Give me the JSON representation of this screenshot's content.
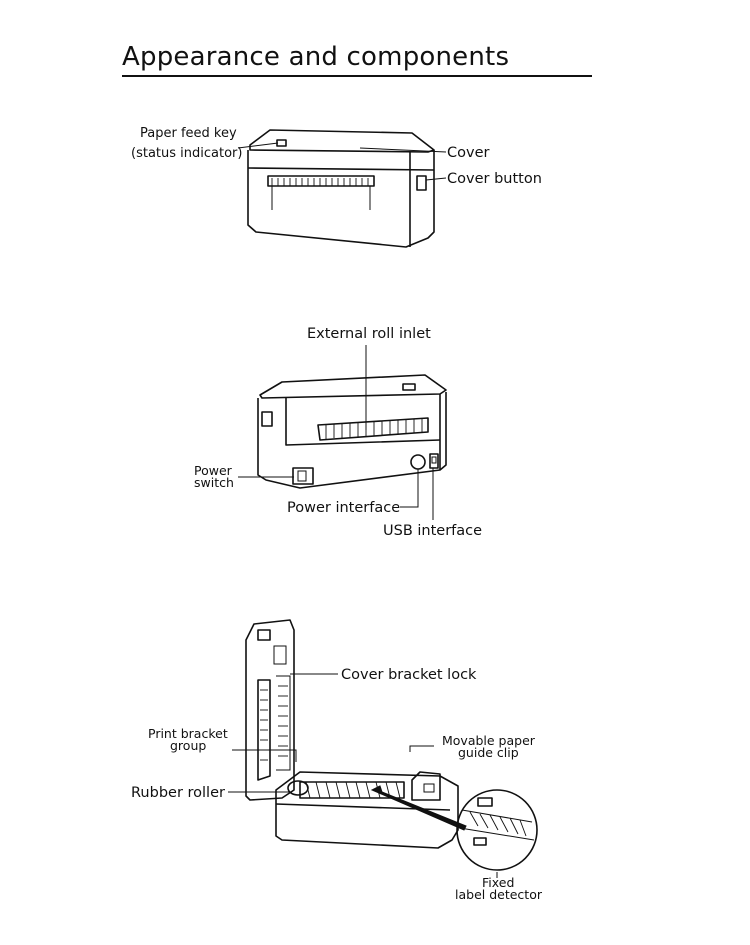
{
  "title": "Appearance and components",
  "front_view": {
    "paper_feed_key_line1": "Paper feed key",
    "paper_feed_key_line2": "(status indicator)",
    "cover": "Cover",
    "cover_button": "Cover button"
  },
  "rear_view": {
    "external_roll_inlet": "External roll inlet",
    "power_switch_line1": "Power",
    "power_switch_line2": "switch",
    "power_interface": "Power interface",
    "usb_interface": "USB interface"
  },
  "open_view": {
    "cover_bracket_lock": "Cover bracket lock",
    "print_bracket_line1": "Print bracket",
    "print_bracket_line2": "group",
    "movable_guide_line1": "Movable paper",
    "movable_guide_line2": "guide clip",
    "rubber_roller": "Rubber roller",
    "fixed_detector_line1": "Fixed",
    "fixed_detector_line2": "label detector"
  }
}
